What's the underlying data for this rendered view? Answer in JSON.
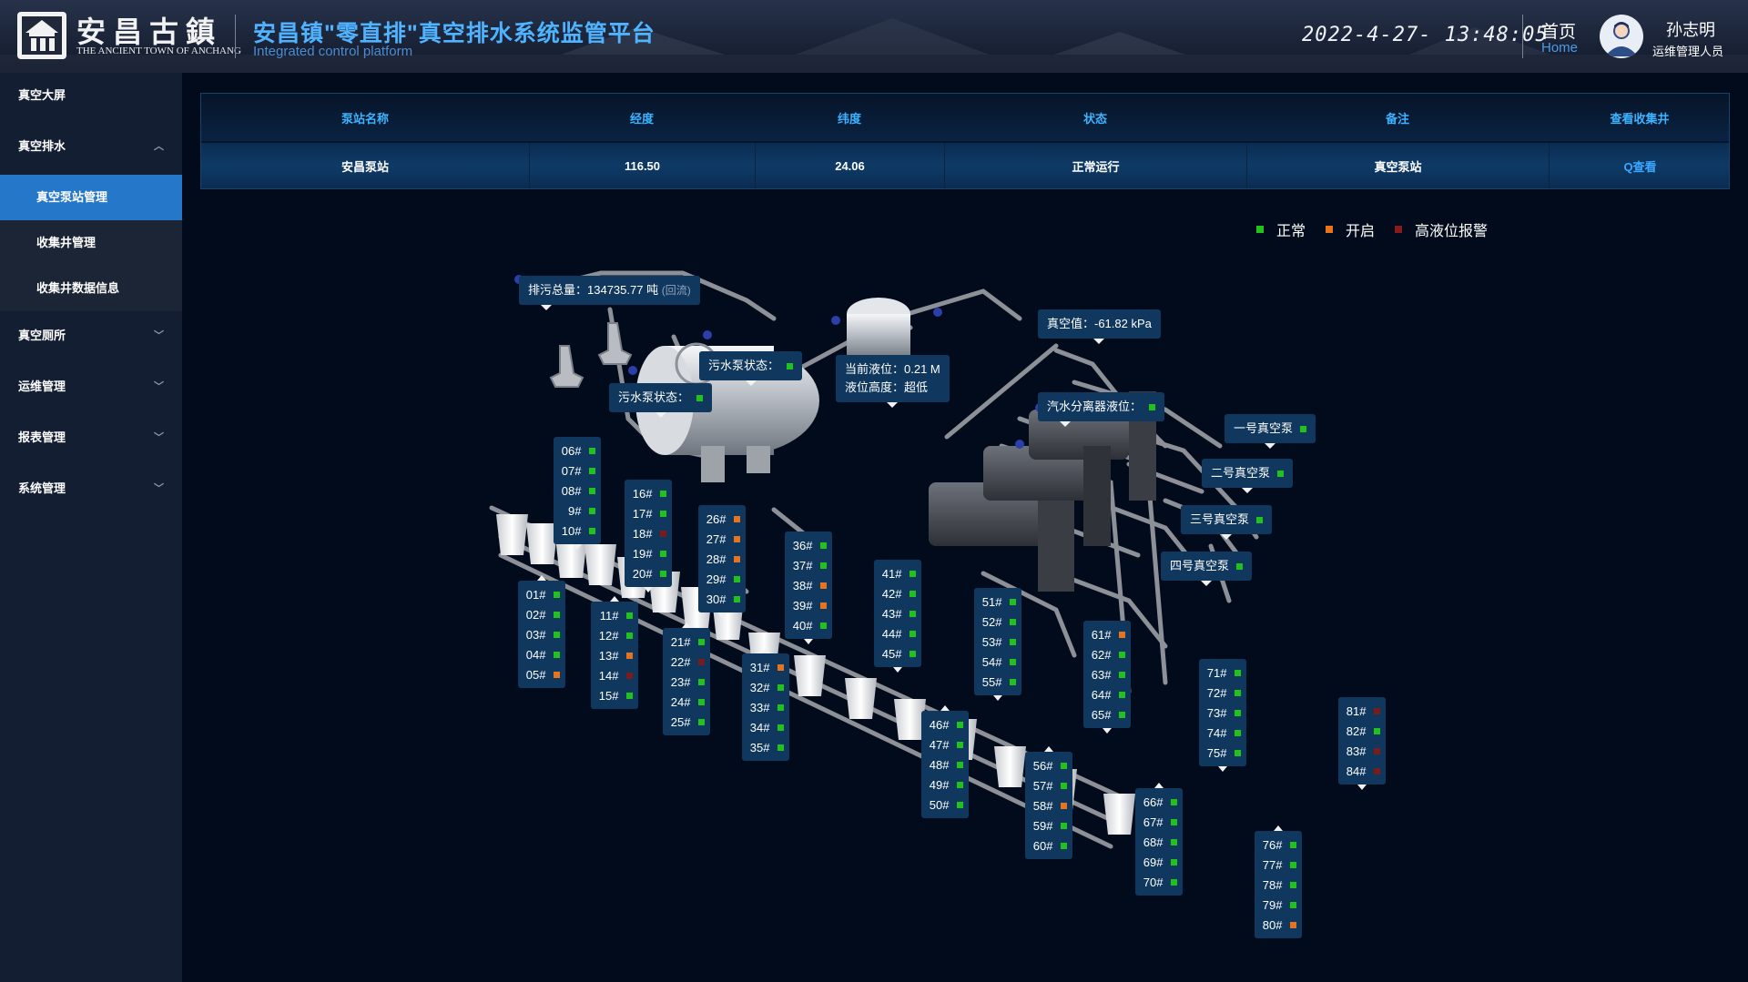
{
  "header": {
    "logo_cn": "安昌古鎮",
    "logo_en": "THE ANCIENT TOWN OF ANCHANG",
    "title": "安昌镇\"零直排\"真空排水系统监管平台",
    "subtitle": "Integrated control platform",
    "datetime": "2022-4-27-  13:48:05",
    "home_cn": "首页",
    "home_en": "Home",
    "user_name": "孙志明",
    "user_role": "运维管理人员"
  },
  "sidebar": {
    "items": [
      {
        "label": "真空大屏"
      },
      {
        "label": "真空排水"
      },
      {
        "label": "真空厕所"
      },
      {
        "label": "运维管理"
      },
      {
        "label": "报表管理"
      },
      {
        "label": "系统管理"
      }
    ],
    "sub_items": [
      {
        "label": "真空泵站管理",
        "active": true
      },
      {
        "label": "收集井管理",
        "active": false
      },
      {
        "label": "收集井数据信息",
        "active": false
      }
    ]
  },
  "table": {
    "headers": [
      "泵站名称",
      "经度",
      "纬度",
      "状态",
      "备注",
      "查看收集井"
    ],
    "row": [
      "安昌泵站",
      "116.50",
      "24.06",
      "正常运行",
      "真空泵站",
      "Q查看"
    ]
  },
  "legend": [
    {
      "label": "正常",
      "color": "#22c21c"
    },
    {
      "label": "开启",
      "color": "#e8731f"
    },
    {
      "label": "高液位报警",
      "color": "#8a1b1b"
    }
  ],
  "colors": {
    "normal": "#22c21c",
    "open": "#e8731f",
    "alarm": "#7a1c1c"
  },
  "diagram": {
    "total_label": "排污总量：",
    "total_value": "134735.77 吨",
    "reflux": "(回流)",
    "pump_status_1": "污水泵状态：",
    "pump_status_2": "污水泵状态：",
    "level_current": "当前液位：0.21 M",
    "level_height": "液位高度：超低",
    "vacuum_value": "真空值：-61.82 kPa",
    "separator_level": "汽水分离器液位：",
    "pump_1": "一号真空泵",
    "pump_2": "二号真空泵",
    "pump_3": "三号真空泵",
    "pump_4": "四号真空泵"
  },
  "wells": [
    {
      "id": "01#",
      "s": "normal"
    },
    {
      "id": "02#",
      "s": "normal"
    },
    {
      "id": "03#",
      "s": "normal"
    },
    {
      "id": "04#",
      "s": "normal"
    },
    {
      "id": "05#",
      "s": "open"
    },
    {
      "id": "06#",
      "s": "normal"
    },
    {
      "id": "07#",
      "s": "normal"
    },
    {
      "id": "08#",
      "s": "normal"
    },
    {
      "id": "9#",
      "s": "normal"
    },
    {
      "id": "10#",
      "s": "normal"
    },
    {
      "id": "11#",
      "s": "normal"
    },
    {
      "id": "12#",
      "s": "normal"
    },
    {
      "id": "13#",
      "s": "open"
    },
    {
      "id": "14#",
      "s": "alarm"
    },
    {
      "id": "15#",
      "s": "normal"
    },
    {
      "id": "16#",
      "s": "normal"
    },
    {
      "id": "17#",
      "s": "normal"
    },
    {
      "id": "18#",
      "s": "alarm"
    },
    {
      "id": "19#",
      "s": "normal"
    },
    {
      "id": "20#",
      "s": "normal"
    },
    {
      "id": "21#",
      "s": "normal"
    },
    {
      "id": "22#",
      "s": "alarm"
    },
    {
      "id": "23#",
      "s": "normal"
    },
    {
      "id": "24#",
      "s": "normal"
    },
    {
      "id": "25#",
      "s": "normal"
    },
    {
      "id": "26#",
      "s": "open"
    },
    {
      "id": "27#",
      "s": "open"
    },
    {
      "id": "28#",
      "s": "open"
    },
    {
      "id": "29#",
      "s": "normal"
    },
    {
      "id": "30#",
      "s": "normal"
    },
    {
      "id": "31#",
      "s": "open"
    },
    {
      "id": "32#",
      "s": "normal"
    },
    {
      "id": "33#",
      "s": "normal"
    },
    {
      "id": "34#",
      "s": "normal"
    },
    {
      "id": "35#",
      "s": "normal"
    },
    {
      "id": "36#",
      "s": "normal"
    },
    {
      "id": "37#",
      "s": "normal"
    },
    {
      "id": "38#",
      "s": "open"
    },
    {
      "id": "39#",
      "s": "open"
    },
    {
      "id": "40#",
      "s": "normal"
    },
    {
      "id": "41#",
      "s": "normal"
    },
    {
      "id": "42#",
      "s": "normal"
    },
    {
      "id": "43#",
      "s": "normal"
    },
    {
      "id": "44#",
      "s": "normal"
    },
    {
      "id": "45#",
      "s": "normal"
    },
    {
      "id": "46#",
      "s": "normal"
    },
    {
      "id": "47#",
      "s": "normal"
    },
    {
      "id": "48#",
      "s": "normal"
    },
    {
      "id": "49#",
      "s": "normal"
    },
    {
      "id": "50#",
      "s": "normal"
    },
    {
      "id": "51#",
      "s": "normal"
    },
    {
      "id": "52#",
      "s": "normal"
    },
    {
      "id": "53#",
      "s": "normal"
    },
    {
      "id": "54#",
      "s": "normal"
    },
    {
      "id": "55#",
      "s": "normal"
    },
    {
      "id": "56#",
      "s": "normal"
    },
    {
      "id": "57#",
      "s": "normal"
    },
    {
      "id": "58#",
      "s": "open"
    },
    {
      "id": "59#",
      "s": "normal"
    },
    {
      "id": "60#",
      "s": "normal"
    },
    {
      "id": "61#",
      "s": "open"
    },
    {
      "id": "62#",
      "s": "normal"
    },
    {
      "id": "63#",
      "s": "normal"
    },
    {
      "id": "64#",
      "s": "normal"
    },
    {
      "id": "65#",
      "s": "normal"
    },
    {
      "id": "66#",
      "s": "normal"
    },
    {
      "id": "67#",
      "s": "normal"
    },
    {
      "id": "68#",
      "s": "normal"
    },
    {
      "id": "69#",
      "s": "normal"
    },
    {
      "id": "70#",
      "s": "normal"
    },
    {
      "id": "71#",
      "s": "normal"
    },
    {
      "id": "72#",
      "s": "normal"
    },
    {
      "id": "73#",
      "s": "normal"
    },
    {
      "id": "74#",
      "s": "normal"
    },
    {
      "id": "75#",
      "s": "normal"
    },
    {
      "id": "76#",
      "s": "normal"
    },
    {
      "id": "77#",
      "s": "normal"
    },
    {
      "id": "78#",
      "s": "normal"
    },
    {
      "id": "79#",
      "s": "normal"
    },
    {
      "id": "80#",
      "s": "open"
    },
    {
      "id": "81#",
      "s": "alarm"
    },
    {
      "id": "82#",
      "s": "normal"
    },
    {
      "id": "83#",
      "s": "alarm"
    },
    {
      "id": "84#",
      "s": "alarm"
    }
  ]
}
